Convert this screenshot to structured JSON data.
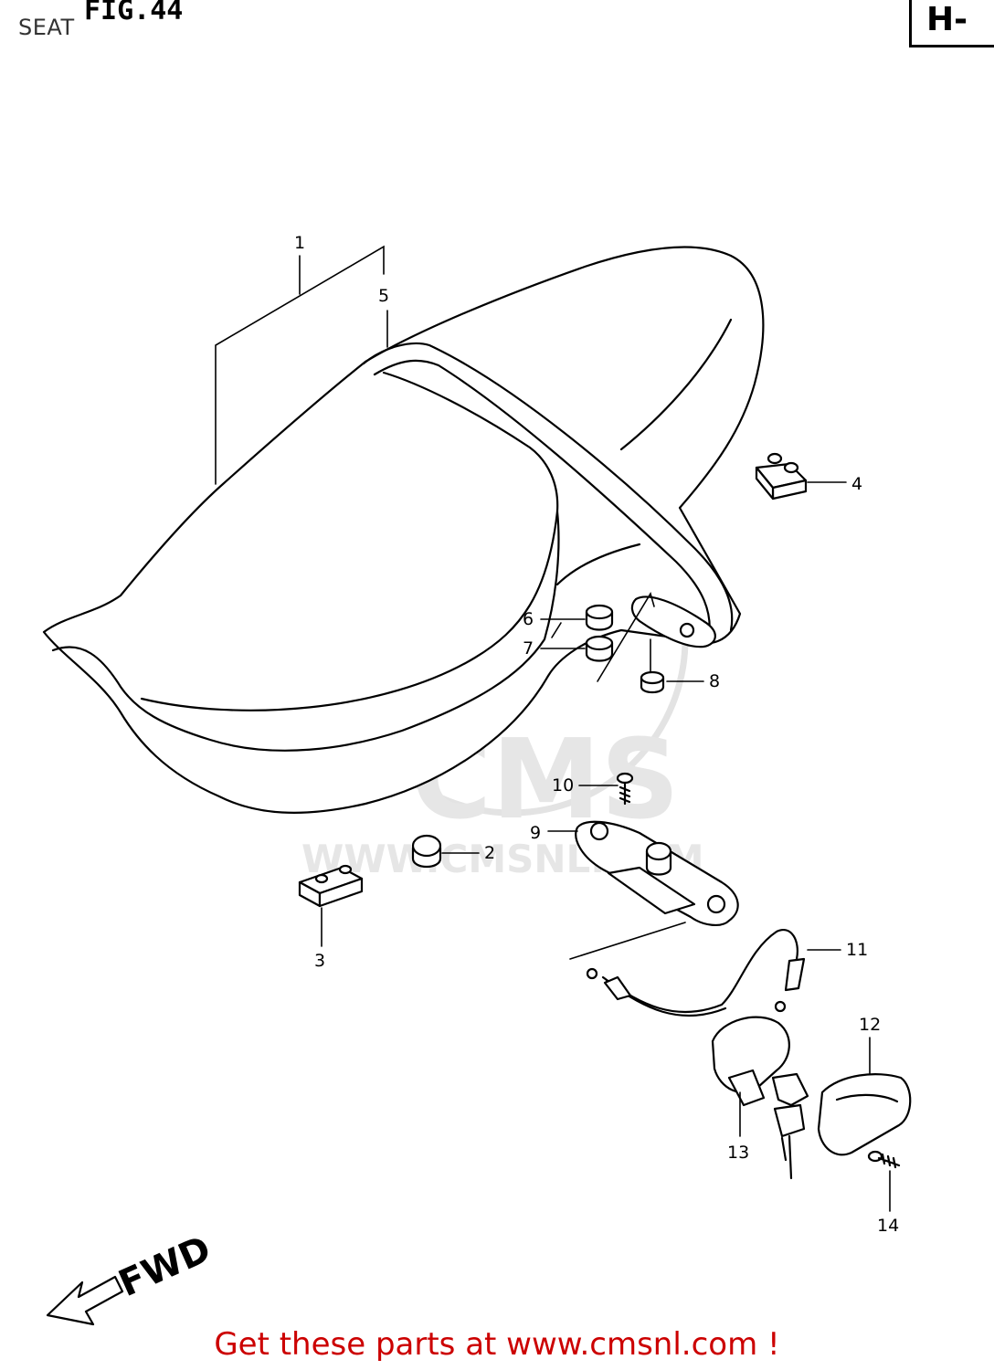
{
  "header": {
    "title": "SEAT",
    "figure": "FIG.44",
    "section": "H-"
  },
  "callouts": [
    "1",
    "2",
    "3",
    "4",
    "5",
    "6",
    "7",
    "8",
    "9",
    "10",
    "11",
    "12",
    "13",
    "14"
  ],
  "direction_label": "FWD",
  "watermark": {
    "brand": "CMS",
    "url": "WWW.CMSNL.COM"
  },
  "footer": {
    "text": "Get these parts at www.cmsnl.com !",
    "color": "#cc0000"
  }
}
